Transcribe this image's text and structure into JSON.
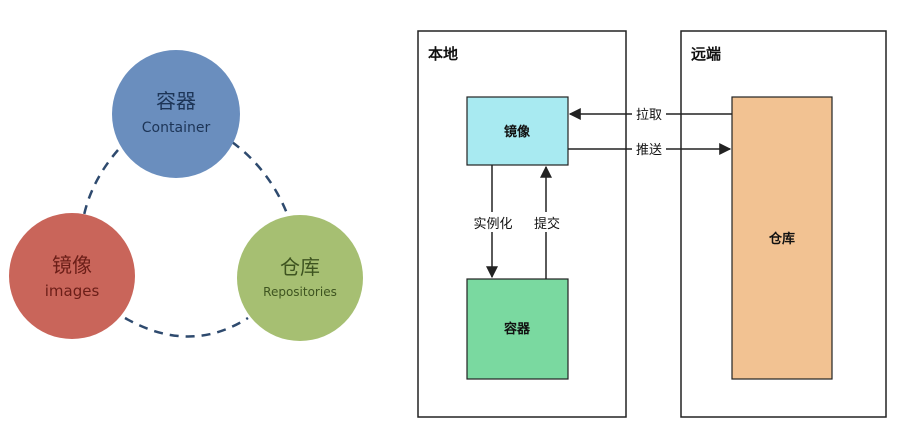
{
  "left_diagram": {
    "container": {
      "title": "容器",
      "subtitle": "Container",
      "color": "#6a8ebe"
    },
    "images": {
      "title": "镜像",
      "subtitle": "images",
      "color": "#c9655a"
    },
    "repositories": {
      "title": "仓库",
      "subtitle": "Repositories",
      "color": "#a6bf72"
    },
    "connector_color": "#2e4a6e"
  },
  "right_diagram": {
    "local": {
      "label": "本地",
      "image_box": {
        "label": "镜像",
        "color": "#a8eaf1"
      },
      "container_box": {
        "label": "容器",
        "color": "#7ad9a0"
      },
      "instantiate_label": "实例化",
      "commit_label": "提交"
    },
    "remote": {
      "label": "远端",
      "repo_box": {
        "label": "仓库",
        "color": "#f2c292"
      }
    },
    "pull_label": "拉取",
    "push_label": "推送"
  }
}
